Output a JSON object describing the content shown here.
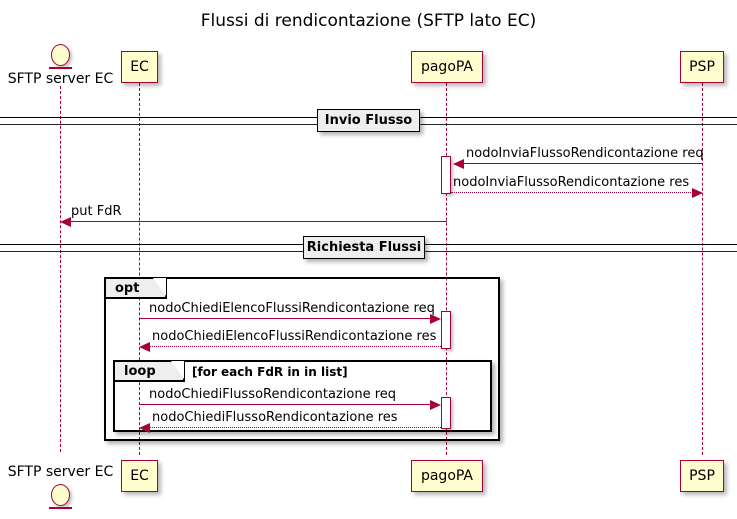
{
  "diagram": {
    "title": "Flussi di rendicontazione (SFTP lato EC)",
    "type": "uml-sequence-diagram",
    "colors": {
      "participant_fill": "#FEFECE",
      "participant_border": "#A80036",
      "arrow": "#A80036",
      "lifeline": "#A80036",
      "fragment_border": "#000000",
      "fragment_tab_fill": "#EEEEEE",
      "divider_fill": "#EEEEEE",
      "background": "#FFFFFF"
    }
  },
  "participants": [
    {
      "id": "sftp",
      "label": "SFTP server EC",
      "kind": "actor"
    },
    {
      "id": "ec",
      "label": "EC",
      "kind": "participant"
    },
    {
      "id": "pagopa",
      "label": "pagoPA",
      "kind": "participant"
    },
    {
      "id": "psp",
      "label": "PSP",
      "kind": "participant"
    }
  ],
  "dividers": [
    {
      "id": "divider-invio-flusso",
      "label": "Invio Flusso"
    },
    {
      "id": "divider-richiesta-flussi",
      "label": "Richiesta Flussi"
    }
  ],
  "messages": [
    {
      "id": "msg-nodo-invia-flusso-rendicontazione-req",
      "label": "nodoInviaFlussoRendicontazione req",
      "from": "psp",
      "to": "pagopa",
      "style": "solid",
      "direction": "left"
    },
    {
      "id": "msg-nodo-invia-flusso-rendicontazione-res",
      "label": "nodoInviaFlussoRendicontazione res",
      "from": "pagopa",
      "to": "psp",
      "style": "dotted",
      "direction": "right"
    },
    {
      "id": "msg-put-fdr",
      "label": "put FdR",
      "from": "pagopa",
      "to": "sftp",
      "style": "solid",
      "direction": "left"
    },
    {
      "id": "msg-nodo-chiedi-elenco-flussi-rendicontazione-req",
      "label": "nodoChiediElencoFlussiRendicontazione req",
      "from": "ec",
      "to": "pagopa",
      "style": "solid",
      "direction": "right"
    },
    {
      "id": "msg-nodo-chiedi-elenco-flussi-rendicontazione-res",
      "label": "nodoChiediElencoFlussiRendicontazione res",
      "from": "pagopa",
      "to": "ec",
      "style": "dotted",
      "direction": "left"
    },
    {
      "id": "msg-nodo-chiedi-flusso-rendicontazione-req",
      "label": "nodoChiediFlussoRendicontazione req",
      "from": "ec",
      "to": "pagopa",
      "style": "solid",
      "direction": "right"
    },
    {
      "id": "msg-nodo-chiedi-flusso-rendicontazione-res",
      "label": "nodoChiediFlussoRendicontazione res",
      "from": "pagopa",
      "to": "ec",
      "style": "dotted",
      "direction": "left"
    }
  ],
  "fragments": [
    {
      "id": "fragment-opt",
      "operator": "opt",
      "guard": ""
    },
    {
      "id": "fragment-loop",
      "operator": "loop",
      "guard": "[for each FdR in in list]"
    }
  ]
}
